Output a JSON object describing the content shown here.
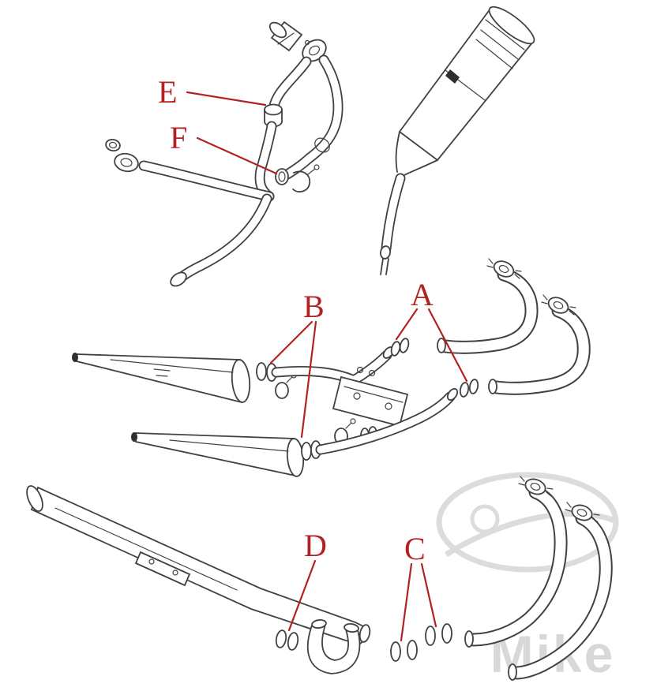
{
  "diagram": {
    "label_color": "#b22222",
    "line_color": "#414141",
    "watermark_color": "#d8d8d8",
    "labels": [
      {
        "letter": "E"
      },
      {
        "letter": "F"
      },
      {
        "letter": "B"
      },
      {
        "letter": "A"
      },
      {
        "letter": "D"
      },
      {
        "letter": "C"
      }
    ],
    "watermark": {
      "text": "Mike",
      "logo": "oval-logo"
    }
  }
}
